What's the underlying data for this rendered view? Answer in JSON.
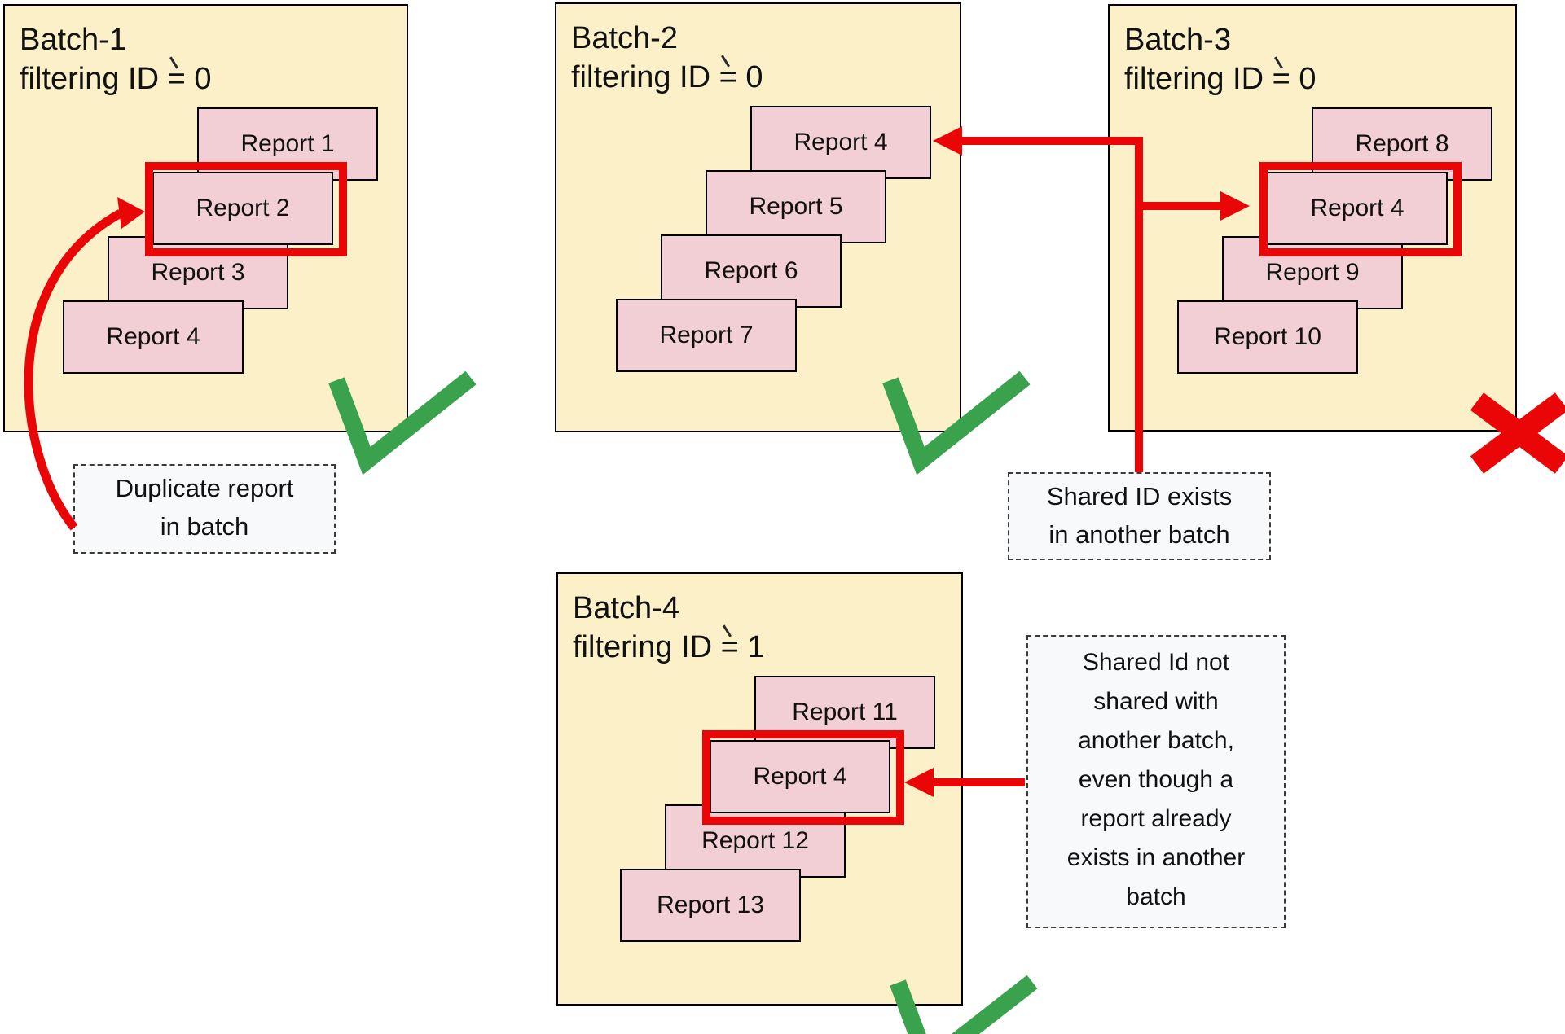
{
  "colors": {
    "batch_bg": "#FCF0C9",
    "card_bg": "#F2CFD4",
    "red": "#EA0606",
    "green": "#3AA24D",
    "label_bg": "#F7F9FB",
    "ink": "#111111"
  },
  "batches": [
    {
      "name": "Batch-1",
      "filter_label": "filtering ID = 0",
      "status": "pass",
      "status_icon": "check-icon",
      "reports": [
        {
          "label": "Report 1",
          "highlighted": false
        },
        {
          "label": "Report 2",
          "highlighted": true
        },
        {
          "label": "Report 3",
          "highlighted": false
        },
        {
          "label": "Report 4",
          "highlighted": false
        }
      ]
    },
    {
      "name": "Batch-2",
      "filter_label": "filtering ID = 0",
      "status": "pass",
      "status_icon": "check-icon",
      "reports": [
        {
          "label": "Report 4",
          "highlighted": false
        },
        {
          "label": "Report 5",
          "highlighted": false
        },
        {
          "label": "Report 6",
          "highlighted": false
        },
        {
          "label": "Report 7",
          "highlighted": false
        }
      ]
    },
    {
      "name": "Batch-3",
      "filter_label": "filtering ID = 0",
      "status": "fail",
      "status_icon": "cross-icon",
      "reports": [
        {
          "label": "Report 8",
          "highlighted": false
        },
        {
          "label": "Report 4",
          "highlighted": true
        },
        {
          "label": "Report 9",
          "highlighted": false
        },
        {
          "label": "Report 10",
          "highlighted": false
        }
      ]
    },
    {
      "name": "Batch-4",
      "filter_label": "filtering ID = 1",
      "status": "pass",
      "status_icon": "check-icon",
      "reports": [
        {
          "label": "Report 11",
          "highlighted": false
        },
        {
          "label": "Report 4",
          "highlighted": true
        },
        {
          "label": "Report 12",
          "highlighted": false
        },
        {
          "label": "Report 13",
          "highlighted": false
        }
      ]
    }
  ],
  "annotations": [
    {
      "id": "duplicate-report",
      "text": "Duplicate report\nin batch"
    },
    {
      "id": "shared-id-exists",
      "text": "Shared ID exists\nin another batch"
    },
    {
      "id": "shared-id-not-shared",
      "text": "Shared Id not\nshared with\nanother batch,\neven though a\nreport already\nexists in another\nbatch"
    }
  ]
}
